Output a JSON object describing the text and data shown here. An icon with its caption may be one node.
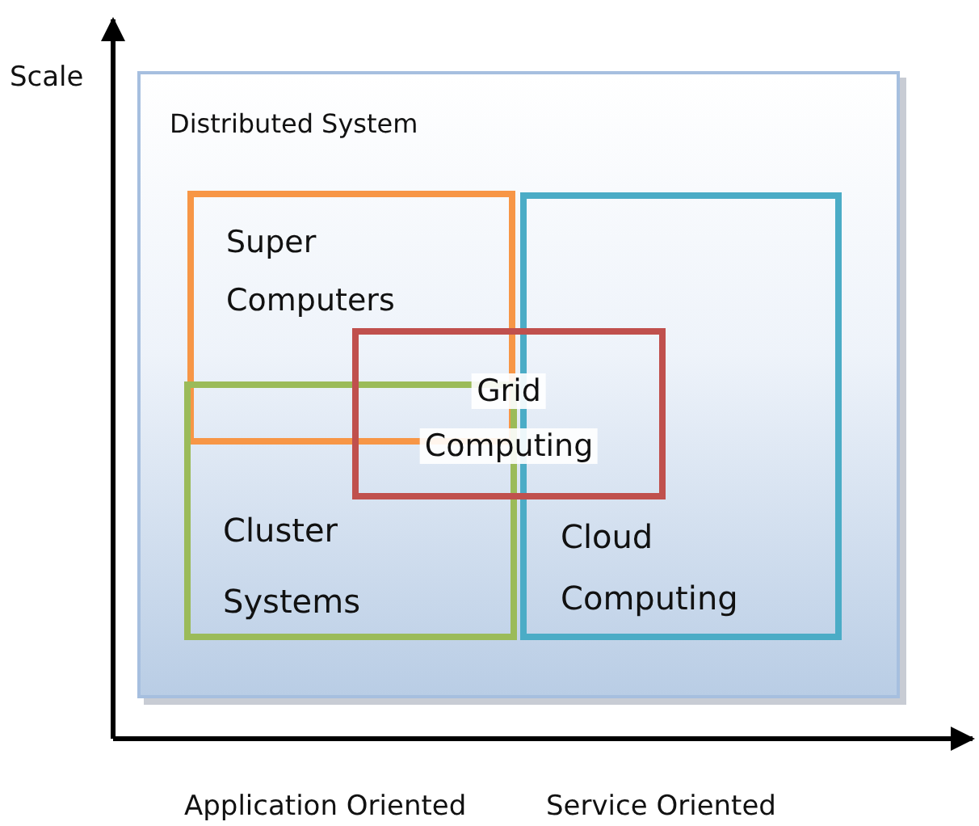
{
  "diagram": {
    "nodes": [
      {
        "text": [
          "Distributed System"
        ]
      },
      {
        "text": [
          "Super Computers"
        ],
        "in": 0
      },
      {
        "text": [
          "Cluster Systems"
        ],
        "in": 0
      },
      {
        "text": [
          "Cloud Computing"
        ],
        "in": 0
      },
      {
        "text": [
          "Grid Computing"
        ],
        "in": 0
      }
    ],
    "labels": [
      "Scale",
      "Application Oriented",
      "Service Oriented"
    ]
  }
}
